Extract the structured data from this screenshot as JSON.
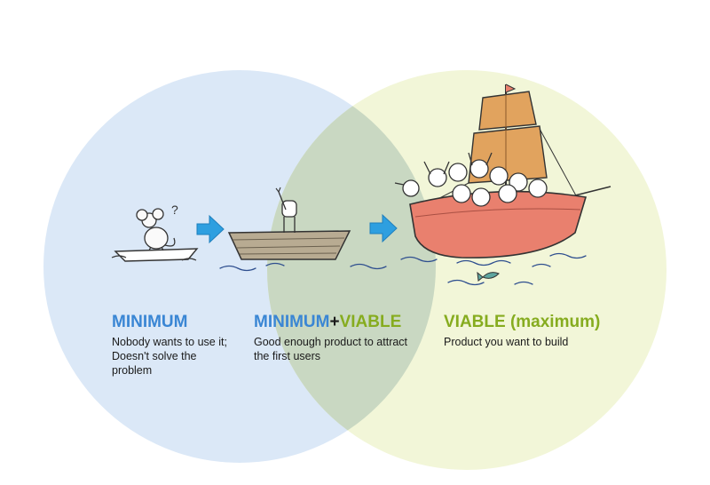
{
  "colors": {
    "minimum": "#3a86d4",
    "viable": "#86ac1f",
    "left_circle": "#dbe8f7",
    "right_circle": "#eef3cd",
    "arrow": "#2e9fe0",
    "ship_hull": "#e9806e",
    "sail": "#e1a35e",
    "boat_wood": "#b8ab92"
  },
  "sections": [
    {
      "title_main": "MINIMUM",
      "description_lines": [
        "Nobody wants to use it;",
        "Doesn't solve the",
        "problem"
      ]
    },
    {
      "title_part1": "MINIMUM",
      "title_plus": "+",
      "title_part2": "VIABLE",
      "description_lines": [
        "Good enough product to attract",
        "the first users"
      ]
    },
    {
      "title_main": "VIABLE (maximum)",
      "description_lines": [
        "Product you want to build"
      ]
    }
  ],
  "icons": [
    "mouse-icon",
    "question-mark-icon",
    "arrow-right-icon",
    "wooden-boat-icon",
    "pirate-ship-icon",
    "fish-icon"
  ]
}
